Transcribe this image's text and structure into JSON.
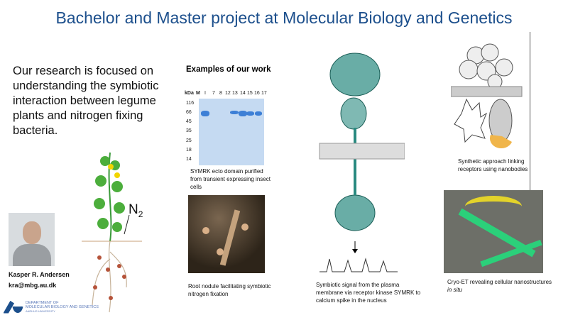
{
  "title": "Bachelor and Master project at Molecular Biology and Genetics",
  "intro": "Our research is focused on understanding the symbiotic interaction between legume plants and nitrogen fixing bacteria.",
  "examples_heading": "Examples of our work",
  "gel": {
    "lane_labels": [
      "kDa",
      "M",
      "I",
      "7",
      "8",
      "12",
      "13",
      "14",
      "15",
      "16",
      "17"
    ],
    "markers": [
      "116",
      "66",
      "45",
      "35",
      "25",
      "18",
      "14"
    ]
  },
  "captions": {
    "gel": "SYMRK ecto domain purified from transient expressing insect cells",
    "nodule": "Root nodule facilitating symbiotic nitrogen fixation",
    "symrk": "Symbiotic signal from the plasma membrane via receptor kinase SYMRK to calcium spike in the nucleus",
    "nanobodies": "Synthetic approach linking receptors using nanobodies",
    "cryo_main": "Cryo-ET revealing cellular nanostructures",
    "cryo_italic": "in situ"
  },
  "n2_label": "N",
  "n2_sub": "2",
  "contact": {
    "name": "Kasper R. Andersen",
    "email": "kra@mbg.au.dk"
  },
  "logo": {
    "line1": "DEPARTMENT OF",
    "line2": "MOLECULAR BIOLOGY AND GENETICS",
    "line3": "AARHUS UNIVERSITY"
  }
}
